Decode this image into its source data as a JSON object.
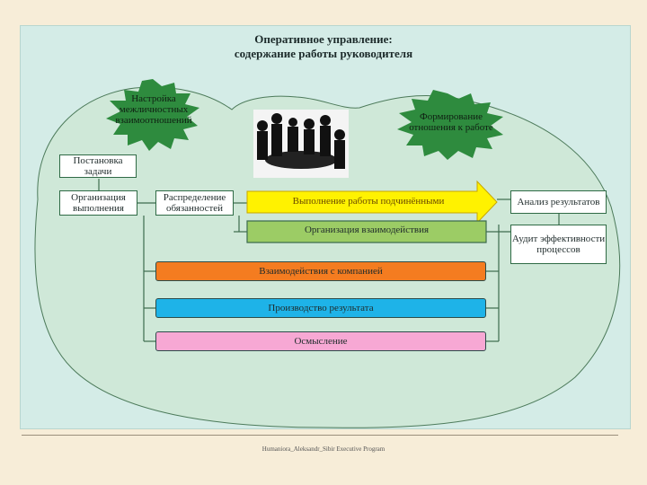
{
  "title": {
    "line1": "Оперативное управление:",
    "line2": "содержание работы руководителя"
  },
  "bursts": {
    "top_left": "Настройка межличностных взаимоотношений",
    "top_right": "Формирование отношения к работе"
  },
  "boxes": {
    "task_setting": "Постановка задачи",
    "execution_org": "Организация выполнения",
    "duties": "Распределение обязанностей",
    "analysis": "Анализ результатов",
    "audit": "Аудит эффективности процессов"
  },
  "bars": {
    "work_done": "Выполнение работы подчинёнными",
    "interaction_org": "Организация взаимодействия",
    "company_interaction": "Взаимодействия с компанией",
    "production": "Производство результата",
    "meaning": "Осмысление"
  },
  "footer": {
    "line1": "Humaniora_Aleksandr_Sibir Executive Program"
  },
  "colors": {
    "yellow": "#fff200",
    "green": "#9ccc65",
    "orange": "#f47c20",
    "blue": "#1eb3e8",
    "pink": "#f7a8d4",
    "burst": "#2e8b3e"
  }
}
